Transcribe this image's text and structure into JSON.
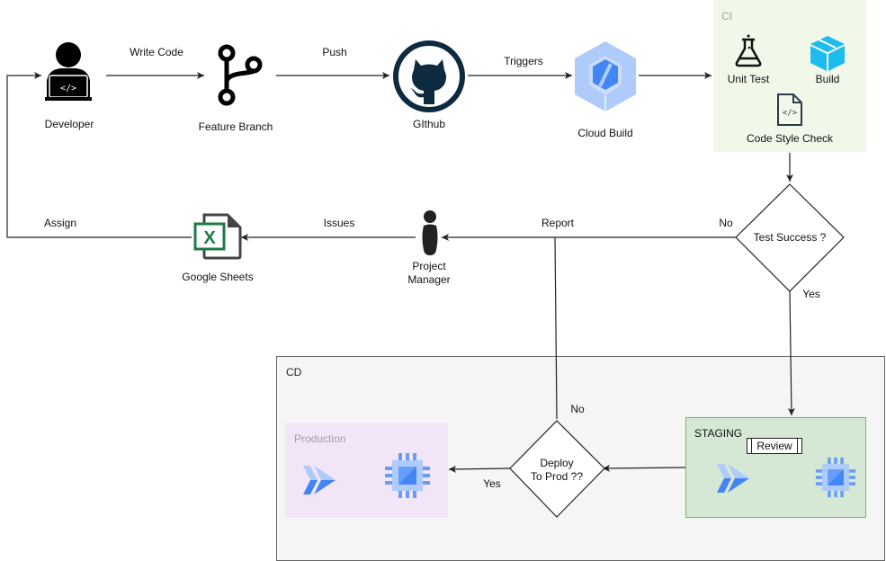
{
  "groups": {
    "ci": {
      "title": "CI",
      "fill": "#f1f8e9"
    },
    "cd": {
      "title": "CD",
      "fill": "#f5f5f5"
    },
    "production": {
      "title": "Production",
      "fill": "#f2e5f7"
    },
    "staging": {
      "title": "STAGING",
      "fill": "#d5e8d4"
    }
  },
  "nodes": {
    "developer": "Developer",
    "feature_branch": "Feature Branch",
    "github": "GIthub",
    "cloud_build": "Cloud Build",
    "unit_test": "Unit Test",
    "build": "Build",
    "code_style_check": "Code Style Check",
    "test_success": "Test Success ?",
    "project_manager_line1": "Project",
    "project_manager_line2": "Manager",
    "google_sheets": "Google Sheets",
    "deploy_line1": "Deploy",
    "deploy_line2": "To Prod ??",
    "review": "Review"
  },
  "edges": {
    "write_code": "Write Code",
    "push": "Push",
    "triggers": "Triggers",
    "no_test": "No",
    "yes_test": "Yes",
    "report": "Report",
    "issues": "Issues",
    "assign": "Assign",
    "no_deploy": "No",
    "yes_deploy": "Yes"
  },
  "colors": {
    "line": "#222222",
    "gcp_light": "#aecbfa",
    "gcp_blue": "#4285f4",
    "github": "#0d2a3f",
    "build_box": "#1ebbee",
    "excel": "#1e7b45"
  }
}
